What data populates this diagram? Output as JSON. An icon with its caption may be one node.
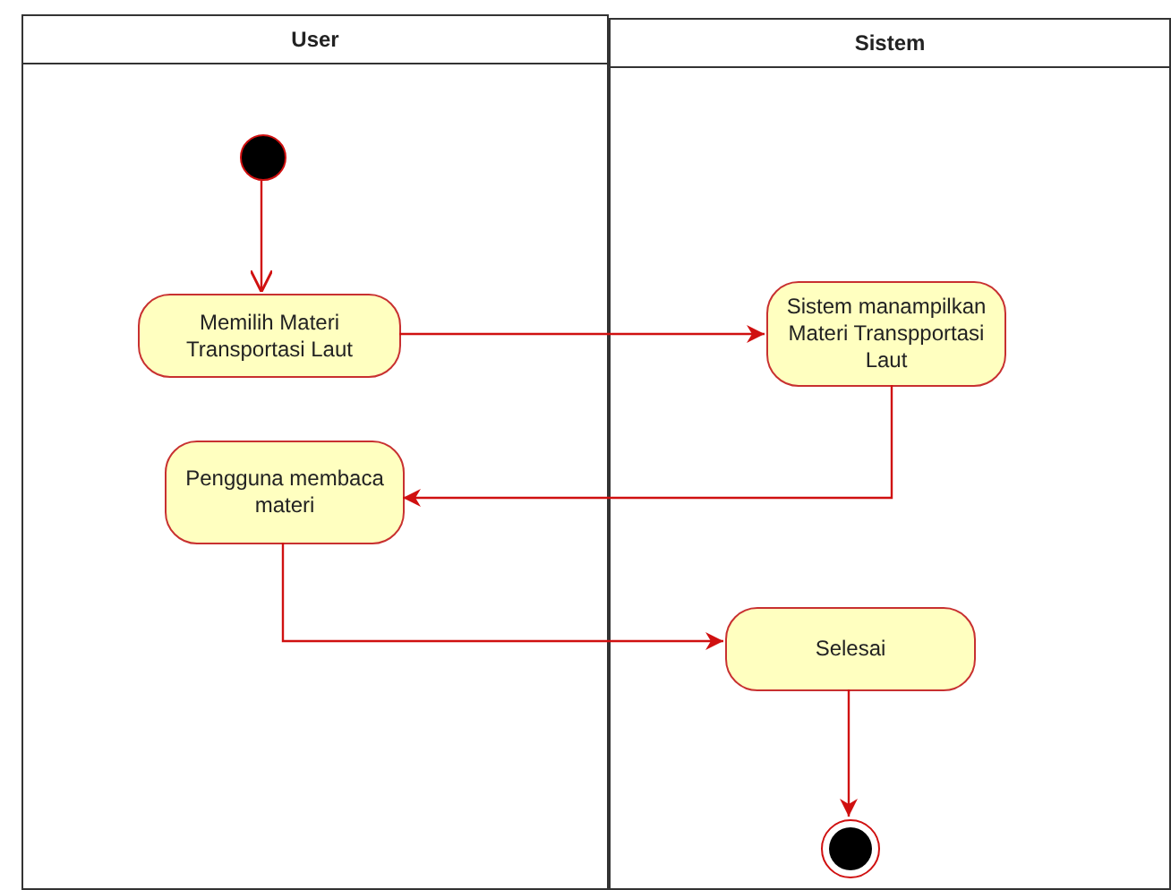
{
  "diagram": {
    "nodes": [
      {
        "text": [
          "User"
        ]
      },
      {
        "text": [
          "Sistem"
        ]
      },
      {
        "text": [],
        "shape": "circle",
        "in": 0
      },
      {
        "text": [
          "Memilih Materi Transportasi Laut"
        ],
        "in": 0
      },
      {
        "text": [
          "Sistem manampilkan Materi Transpportasi Laut"
        ],
        "in": 1
      },
      {
        "text": [
          "Pengguna membaca materi"
        ],
        "in": 0
      },
      {
        "text": [
          "Selesai"
        ],
        "in": 1
      },
      {
        "text": [],
        "shape": "circle",
        "in": 1
      }
    ],
    "edges": [
      {
        "from": 2,
        "to": 3,
        "arrow": "to"
      },
      {
        "from": 3,
        "to": 4,
        "arrow": "to"
      },
      {
        "from": 4,
        "to": 5,
        "arrow": "to"
      },
      {
        "from": 5,
        "to": 6,
        "arrow": "to"
      },
      {
        "from": 6,
        "to": 7,
        "arrow": "to"
      }
    ]
  }
}
